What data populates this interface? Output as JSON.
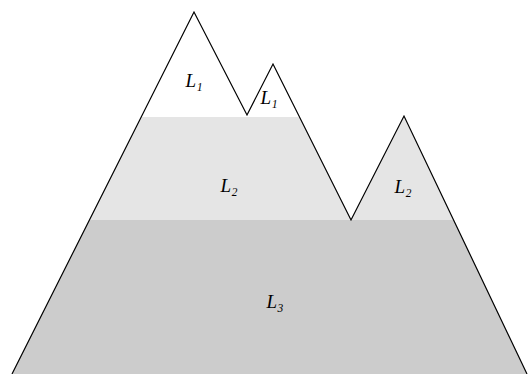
{
  "diagram": {
    "labels": [
      "L₁",
      "L₁",
      "L₂",
      "L₂",
      "L₃"
    ]
  }
}
